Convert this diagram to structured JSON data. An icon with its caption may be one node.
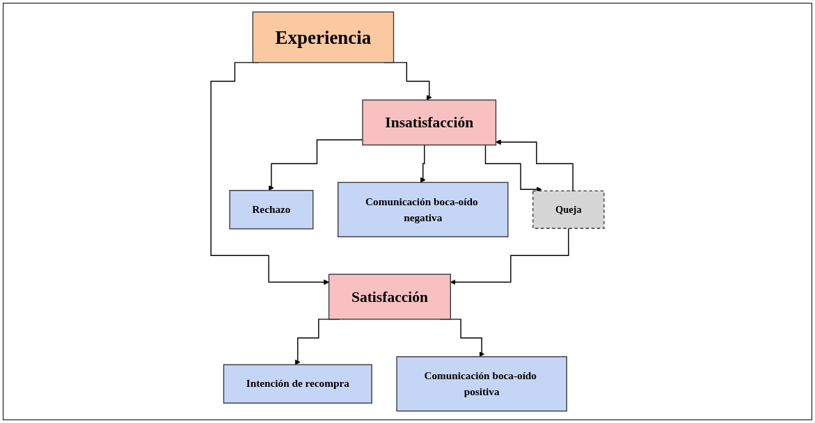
{
  "diagram": {
    "nodes": [
      {
        "text": [
          "Experiencia"
        ]
      },
      {
        "text": [
          "Satisfacción"
        ]
      },
      {
        "text": [
          "Insatisfacción"
        ]
      },
      {
        "text": [
          "Queja"
        ]
      },
      {
        "text": [
          "Intención de recompra"
        ]
      },
      {
        "text": [
          "Comunicación boca-oído positiva"
        ]
      },
      {
        "text": [
          "Rechazo"
        ]
      },
      {
        "text": [
          "Comunicación boca-oído negativa"
        ]
      }
    ],
    "edges": [
      {
        "from": 0,
        "to": 1,
        "arrow": "to"
      },
      {
        "from": 0,
        "to": 2,
        "arrow": "to"
      },
      {
        "from": 2,
        "to": 3,
        "arrow": "to"
      },
      {
        "from": 3,
        "to": 1,
        "arrow": "to"
      },
      {
        "from": 3,
        "to": 2,
        "arrow": "to"
      },
      {
        "from": 1,
        "to": 4,
        "arrow": "to"
      },
      {
        "from": 1,
        "to": 5,
        "arrow": "to"
      },
      {
        "from": 2,
        "to": 6,
        "arrow": "to"
      },
      {
        "from": 2,
        "to": 7,
        "arrow": "to"
      }
    ]
  }
}
